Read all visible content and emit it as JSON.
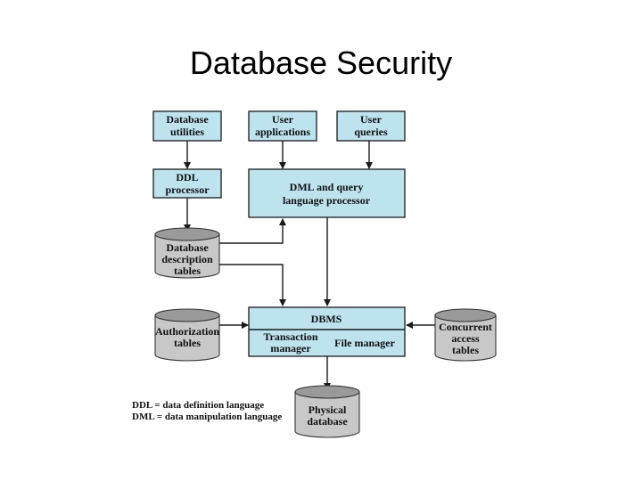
{
  "title": "Database Security",
  "boxes": {
    "database_utilities": [
      "Database",
      "utilities"
    ],
    "user_applications": [
      "User",
      "applications"
    ],
    "user_queries": [
      "User",
      "queries"
    ],
    "ddl_processor": [
      "DDL",
      "processor"
    ],
    "dml_processor": [
      "DML and query",
      "language processor"
    ],
    "dbms": [
      "DBMS"
    ],
    "transaction_manager": [
      "Transaction",
      "manager"
    ],
    "file_manager": [
      "File manager"
    ]
  },
  "stores": {
    "database_description": [
      "Database",
      "description",
      "tables"
    ],
    "authorization": [
      "Authorization",
      "tables"
    ],
    "concurrent_access": [
      "Concurrent",
      "access",
      "tables"
    ],
    "physical_database": [
      "Physical",
      "database"
    ]
  },
  "legend": [
    "DDL = data definition language",
    "DML = data manipulation language"
  ],
  "colors": {
    "box_fill": "#bde3ee",
    "cylinder_fill": "#c8c8c8",
    "cylinder_top": "#9a9a9a"
  }
}
